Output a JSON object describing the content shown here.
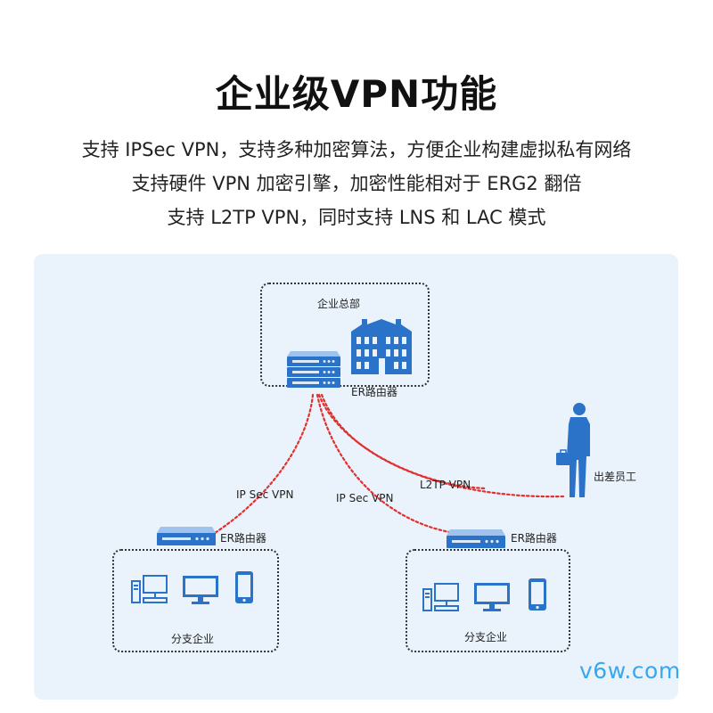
{
  "heading": {
    "title": "企业级VPN功能",
    "lines": [
      "支持 IPSec VPN，支持多种加密算法，方便企业构建虚拟私有网络",
      "支持硬件 VPN 加密引擎，加密性能相对于 ERG2 翻倍",
      "支持 L2TP VPN，同时支持 LNS 和 LAC 模式"
    ]
  },
  "diagram": {
    "hq_label": "企业总部",
    "hq_router_label": "ER路由器",
    "branch_left": {
      "router_label": "ER路由器",
      "site_label": "分支企业"
    },
    "branch_right": {
      "router_label": "ER路由器",
      "site_label": "分支企业"
    },
    "travel_label": "出差员工",
    "links": {
      "left": "IP Sec VPN",
      "right": "IP Sec VPN",
      "l2tp": "L2TP VPN"
    },
    "colors": {
      "panel": "#eaf3fb",
      "icon": "#2a73c9",
      "link": "#e0312f"
    }
  },
  "watermark": "v6w.com"
}
